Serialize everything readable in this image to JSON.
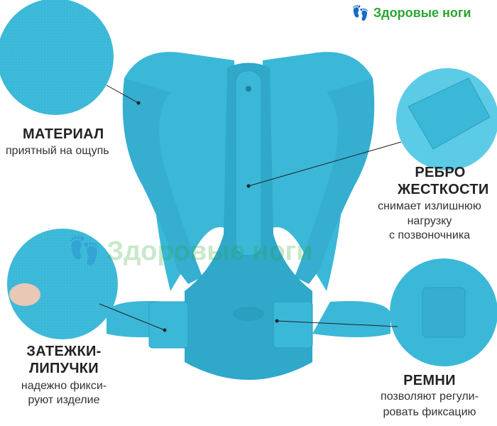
{
  "brand": {
    "name": "Здоровые ноги",
    "icon": "footprints-icon",
    "color": "#2aa52f"
  },
  "watermark": {
    "text": "Здоровые ноги"
  },
  "colors": {
    "product": "#3bb8d8",
    "product_dark": "#2a9fc0",
    "text": "#222222"
  },
  "features": {
    "material": {
      "title": "МАТЕРИАЛ",
      "desc": "приятный на ощупь"
    },
    "rib": {
      "title_1": "РЕБРО",
      "title_2": "ЖЕСТКОСТИ",
      "desc_1": "снимает излишнюю",
      "desc_2": "нагрузку",
      "desc_3": "с позвоночника"
    },
    "velcro": {
      "title_1": "ЗАТЕЖКИ-",
      "title_2": "ЛИПУЧКИ",
      "desc_1": "надежно фикси-",
      "desc_2": "руют изделие"
    },
    "straps": {
      "title": "РЕМНИ",
      "desc_1": "позволяют регули-",
      "desc_2": "ровать фиксацию"
    }
  }
}
